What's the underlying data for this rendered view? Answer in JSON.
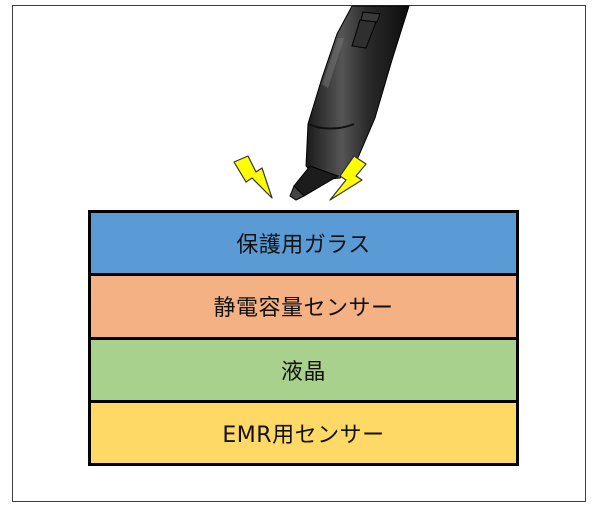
{
  "colors": {
    "layer_glass": "#5b9bd5",
    "layer_capacitive": "#f4b183",
    "layer_lcd": "#a9d18e",
    "layer_emr": "#ffd966",
    "spark": "#ffff00",
    "border": "#000000"
  },
  "icons": {
    "pen": "stylus-pen-icon",
    "spark": "lightning-bolt-icon"
  },
  "layers": [
    {
      "label": "保護用ガラス"
    },
    {
      "label": "静電容量センサー"
    },
    {
      "label": "液晶"
    },
    {
      "label": "EMR用センサー"
    }
  ]
}
